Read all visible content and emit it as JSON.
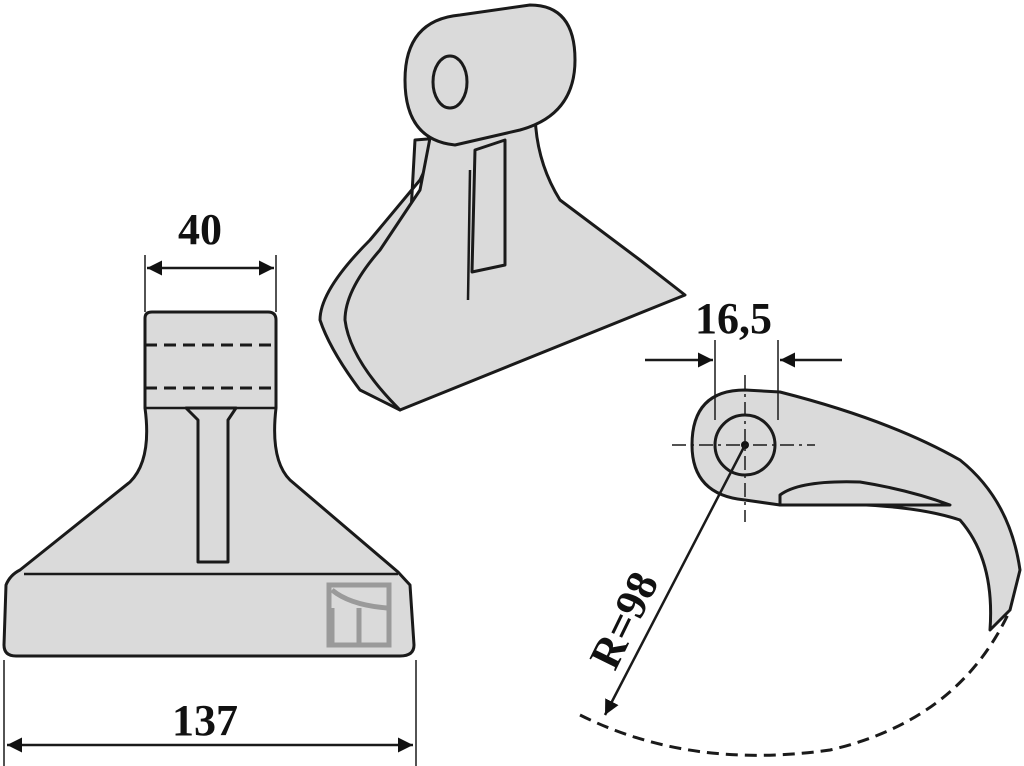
{
  "dimensions": {
    "width_top": "40",
    "width_bottom": "137",
    "hole_diameter": "16,5",
    "radius": "R=98"
  },
  "colors": {
    "part_fill": "#dadada",
    "outline": "#1a1a1a",
    "logo": "#9a9a9a"
  }
}
